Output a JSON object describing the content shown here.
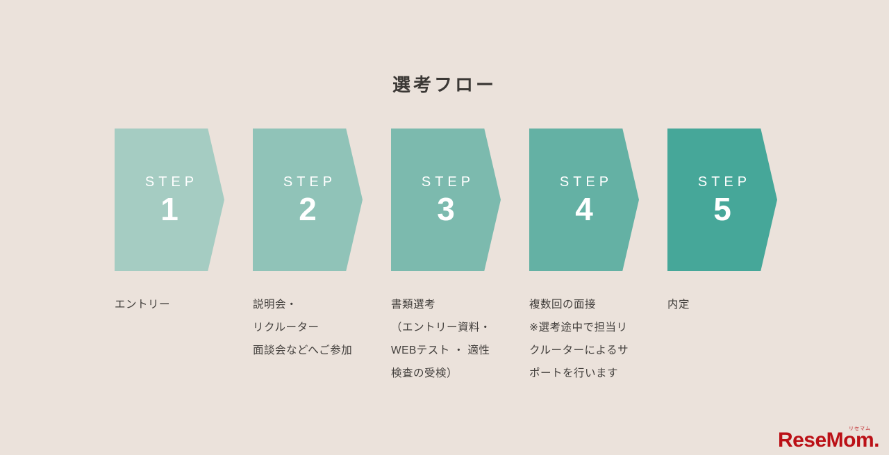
{
  "page": {
    "title": "選考フロー",
    "background_color": "#ebe2db",
    "text_color": "#413e3b"
  },
  "steps": [
    {
      "label": "STEP",
      "number": "1",
      "color": "#a5ccc2",
      "description_lines": [
        "エントリー"
      ]
    },
    {
      "label": "STEP",
      "number": "2",
      "color": "#90c3b8",
      "description_lines": [
        "説明会・",
        "リクルーター",
        "面談会などへご参加"
      ]
    },
    {
      "label": "STEP",
      "number": "3",
      "color": "#7cbaae",
      "description_lines": [
        "書類選考",
        "（エントリー資料・",
        "WEBテスト ・ 適性",
        "検査の受検）"
      ]
    },
    {
      "label": "STEP",
      "number": "4",
      "color": "#64b1a4",
      "description_lines": [
        "複数回の面接",
        "※選考途中で担当リ",
        "クルーターによるサ",
        "ポートを行います"
      ]
    },
    {
      "label": "STEP",
      "number": "5",
      "color": "#46a799",
      "description_lines": [
        "内定"
      ]
    }
  ],
  "logo": {
    "text": "ReseMom",
    "suffix": ".",
    "furigana": "リセマム",
    "color": "#bb1117"
  }
}
